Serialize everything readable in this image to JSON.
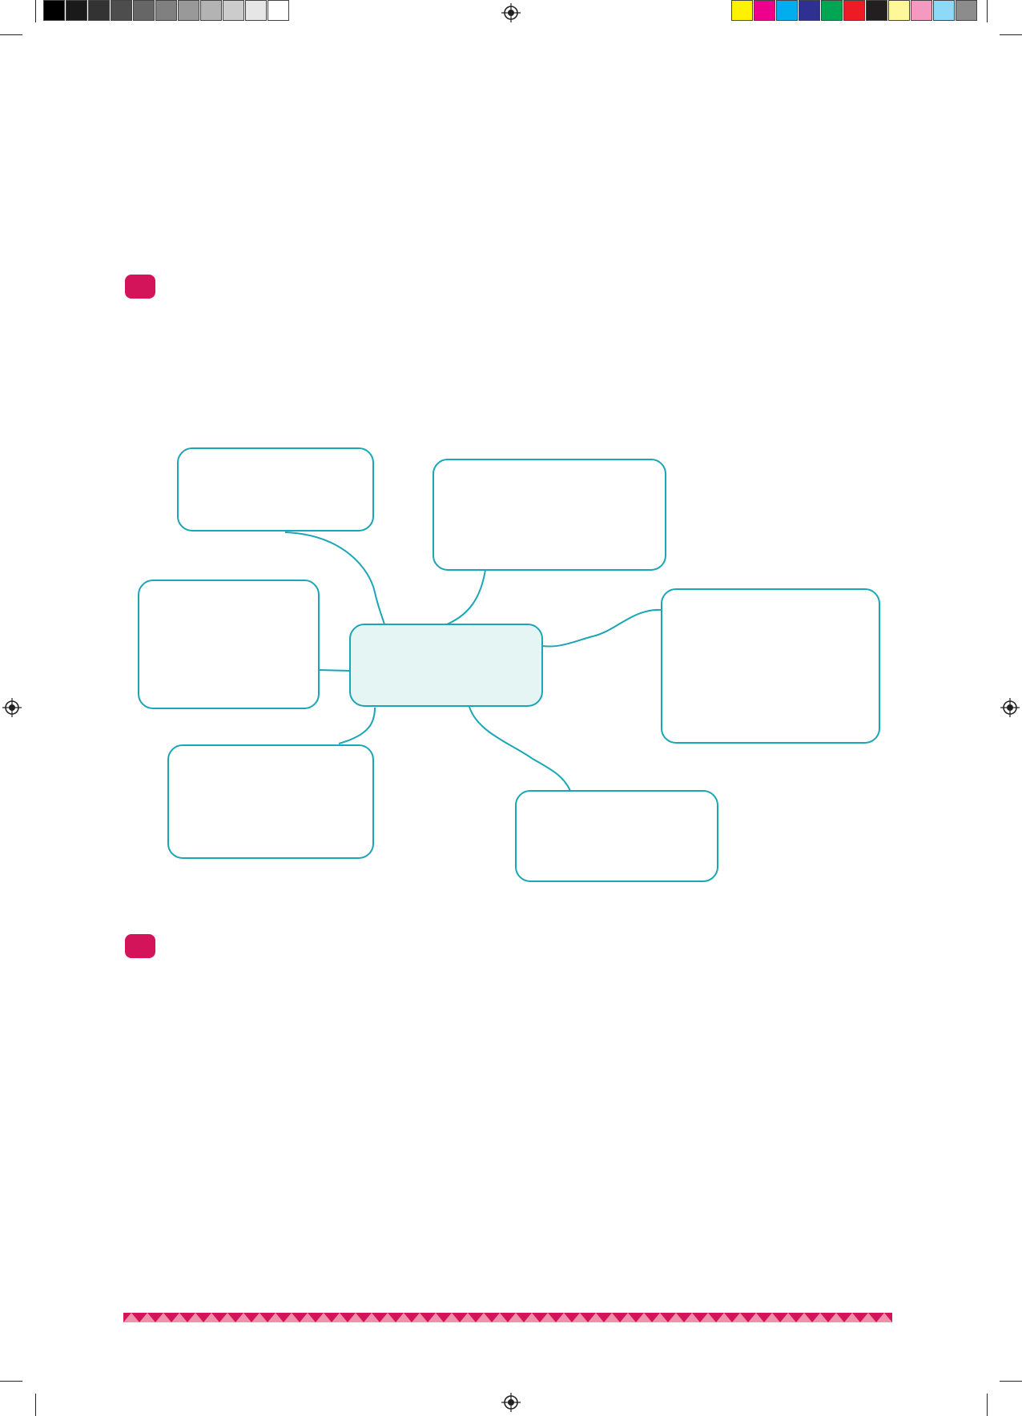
{
  "colors": {
    "node_stroke": "#1aa6b7",
    "center_fill": "#e4f5f4",
    "badge": "#d4145a",
    "footer_primary": "#d4145a",
    "footer_light": "#f3a7b9"
  },
  "registration": {
    "grayscale": [
      "#000000",
      "#1a1a1a",
      "#333333",
      "#4d4d4d",
      "#666666",
      "#808080",
      "#999999",
      "#b3b3b3",
      "#cccccc",
      "#e6e6e6",
      "#ffffff"
    ],
    "process": [
      "#fff200",
      "#ec008c",
      "#00aeef",
      "#2e3192",
      "#00a651",
      "#ed1c24",
      "#231f20",
      "#fff799",
      "#f49ac1",
      "#8ed8f8",
      "#8c8c8c"
    ],
    "mark_icon": "registration-target-icon"
  },
  "badges": [
    {
      "label": ""
    },
    {
      "label": ""
    }
  ],
  "mind_map": {
    "center": {
      "label": ""
    },
    "nodes": [
      {
        "id": "top-left",
        "label": ""
      },
      {
        "id": "top-center",
        "label": ""
      },
      {
        "id": "right",
        "label": ""
      },
      {
        "id": "middle-left",
        "label": ""
      },
      {
        "id": "bottom-left",
        "label": ""
      },
      {
        "id": "bottom-right",
        "label": ""
      }
    ]
  }
}
